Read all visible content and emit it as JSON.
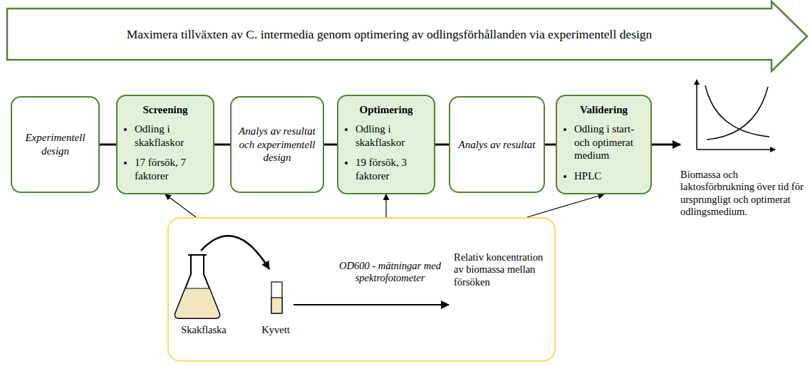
{
  "diagram": {
    "nodes": [
      {
        "text": [
          "Maximera tillväxten av C. intermedia genom optimering av odlingsförhållanden via experimentell design"
        ]
      },
      {
        "text": [
          "Experimentell design"
        ]
      },
      {
        "text": [
          "Screening",
          "Odling i skakflaskor",
          "17 försök, 7 faktorer"
        ]
      },
      {
        "text": [
          "Analys av resultat och experimentell design"
        ]
      },
      {
        "text": [
          "Optimering",
          "Odling i skakflaskor",
          "19 försök, 3 faktorer"
        ]
      },
      {
        "text": [
          "Analys av resultat"
        ]
      },
      {
        "text": [
          "Validering",
          "Odling i start- och optimerat medium",
          "HPLC"
        ]
      },
      {
        "text": [
          "Skakflaska",
          "Kyvett",
          "OD600 - mätningar med spektrofotometer",
          "Relativ koncentration av biomassa mellan försöken"
        ]
      }
    ],
    "edges": [
      {
        "from": 1,
        "to": 2,
        "arrow": "none"
      },
      {
        "from": 2,
        "to": 3,
        "arrow": "none"
      },
      {
        "from": 3,
        "to": 4,
        "arrow": "none"
      },
      {
        "from": 4,
        "to": 5,
        "arrow": "none"
      },
      {
        "from": 5,
        "to": 6,
        "arrow": "none"
      },
      {
        "from": 7,
        "to": 2,
        "arrow": "to"
      },
      {
        "from": 7,
        "to": 4,
        "arrow": "to"
      },
      {
        "from": 7,
        "to": 6,
        "arrow": "to"
      }
    ],
    "labels": [
      "Biomassa och laktosförbrukning över tid för ursprungligt och optimerat odlingsmedium."
    ]
  }
}
